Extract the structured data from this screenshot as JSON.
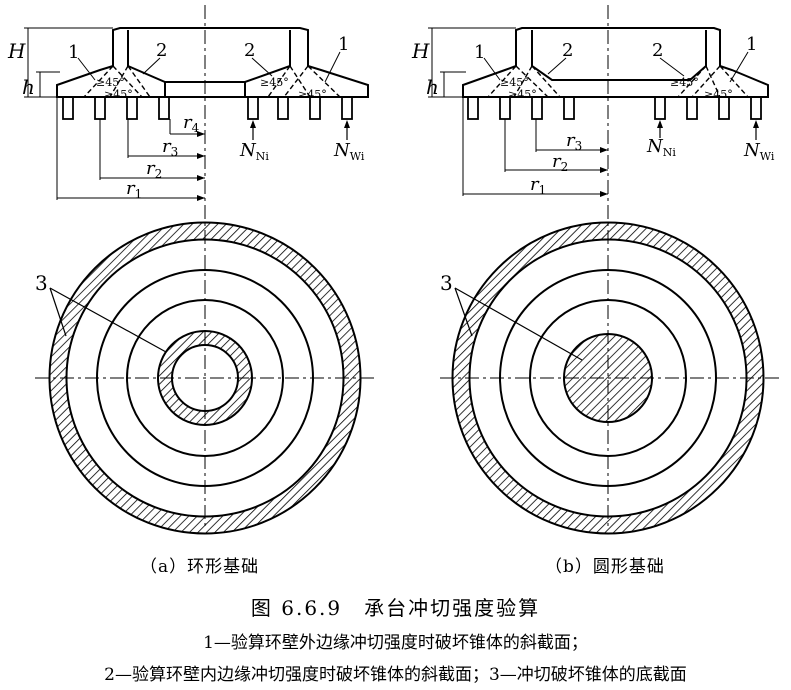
{
  "panel_a": {
    "caption": "（a）环形基础",
    "dim_H": "H",
    "dim_h": "h",
    "callouts": [
      "1",
      "2",
      "2",
      "1"
    ],
    "angles": [
      "≥45°",
      "≥45°",
      "≥45°",
      "≥45°"
    ],
    "r1": "r",
    "r1_sub": "1",
    "r2": "r",
    "r2_sub": "2",
    "r3": "r",
    "r3_sub": "3",
    "r4": "r",
    "r4_sub": "4",
    "N_N": "N",
    "N_N_sub": "Ni",
    "N_W": "N",
    "N_W_sub": "Wi",
    "section_label": "3"
  },
  "panel_b": {
    "caption": "（b）圆形基础",
    "dim_H": "H",
    "dim_h": "h",
    "callouts": [
      "1",
      "2",
      "2",
      "1"
    ],
    "angles": [
      "≥45°",
      "≥45°",
      "≥45°",
      "≥45°"
    ],
    "r1": "r",
    "r1_sub": "1",
    "r2": "r",
    "r2_sub": "2",
    "r3": "r",
    "r3_sub": "3",
    "N_N": "N",
    "N_N_sub": "Ni",
    "N_W": "N",
    "N_W_sub": "Wi",
    "section_label": "3"
  },
  "figure_title": "图 6.6.9　承台冲切强度验算",
  "legend_line1": "1—验算环壁外边缘冲切强度时破坏锥体的斜截面；",
  "legend_line2": "2—验算环壁内边缘冲切强度时破坏锥体的斜截面；3—冲切破坏锥体的底截面"
}
